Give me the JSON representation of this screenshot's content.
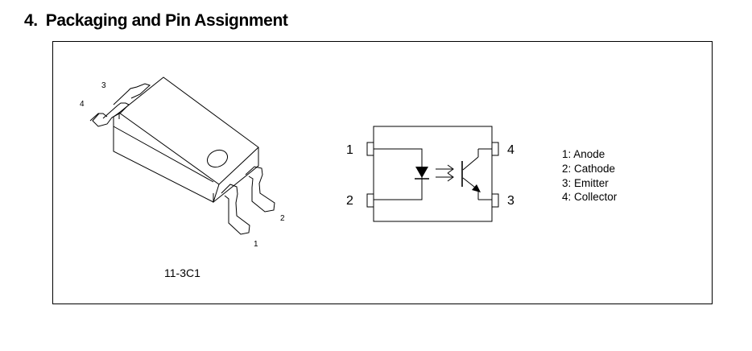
{
  "section": {
    "number": "4.",
    "title": "Packaging and Pin Assignment"
  },
  "package": {
    "code": "11-3C1",
    "pin_labels": [
      "1",
      "2",
      "3",
      "4"
    ]
  },
  "schematic": {
    "pin_numbers": [
      "1",
      "2",
      "3",
      "4"
    ]
  },
  "pin_assignment": [
    "1: Anode",
    "2: Cathode",
    "3: Emitter",
    "4: Collector"
  ]
}
